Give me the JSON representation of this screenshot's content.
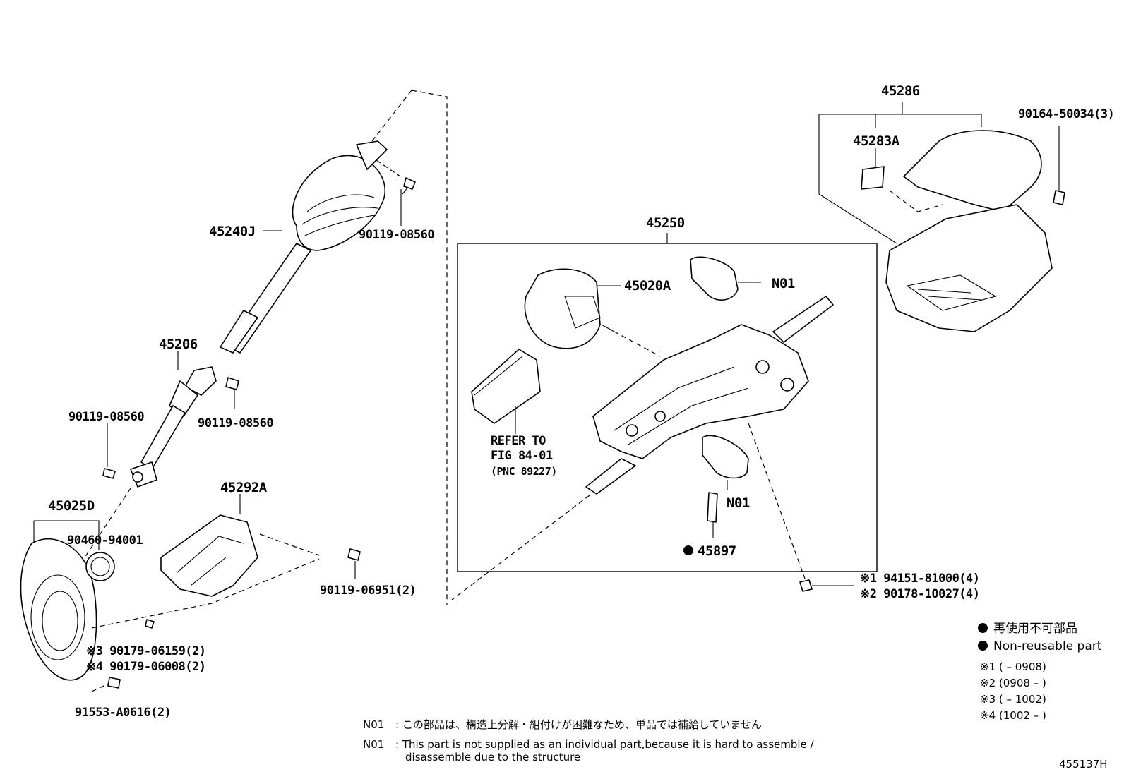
{
  "labels": {
    "p45240J": "45240J",
    "p90119_08560_a": "90119-08560",
    "p45206": "45206",
    "p90119_08560_b": "90119-08560",
    "p90119_08560_c": "90119-08560",
    "p45025D": "45025D",
    "p90460_94001": "90460-94001",
    "p45292A": "45292A",
    "p90119_06951": "90119-06951(2)",
    "p90179_06159": "※3 90179-06159(2)",
    "p90179_06008": "※4 90179-06008(2)",
    "p91553_A0616": "91553-A0616(2)",
    "p45250": "45250",
    "p45020A": "45020A",
    "pN01_top": "N01",
    "pN01_bottom": "N01",
    "refer_line1": "REFER TO",
    "refer_line2": "FIG 84-01",
    "refer_line3": "(PNC 89227)",
    "p45897": "45897",
    "p94151_81000": "※1 94151-81000(4)",
    "p90178_10027": "※2 90178-10027(4)",
    "p45286": "45286",
    "p45283A": "45283A",
    "p90164_50034": "90164-50034(3)"
  },
  "notes": {
    "n01_jp_code": "N01",
    "n01_jp_text": ": この部品は、構造上分解・組付けが困難なため、単品では補給していません",
    "n01_en_code": "N01",
    "n01_en_text_1": ": This part is not supplied as an individual part,because it is hard to assemble /",
    "n01_en_text_2": "disassemble due to the structure"
  },
  "legend": {
    "nonreusable_jp": "再使用不可部品",
    "nonreusable_en": "Non-reusable part",
    "range1": "※1 (        – 0908)",
    "range2": "※2 (0908 –        )",
    "range3": "※3 (        – 1002)",
    "range4": "※4 (1002 –        )"
  },
  "figure_id": "455137H"
}
